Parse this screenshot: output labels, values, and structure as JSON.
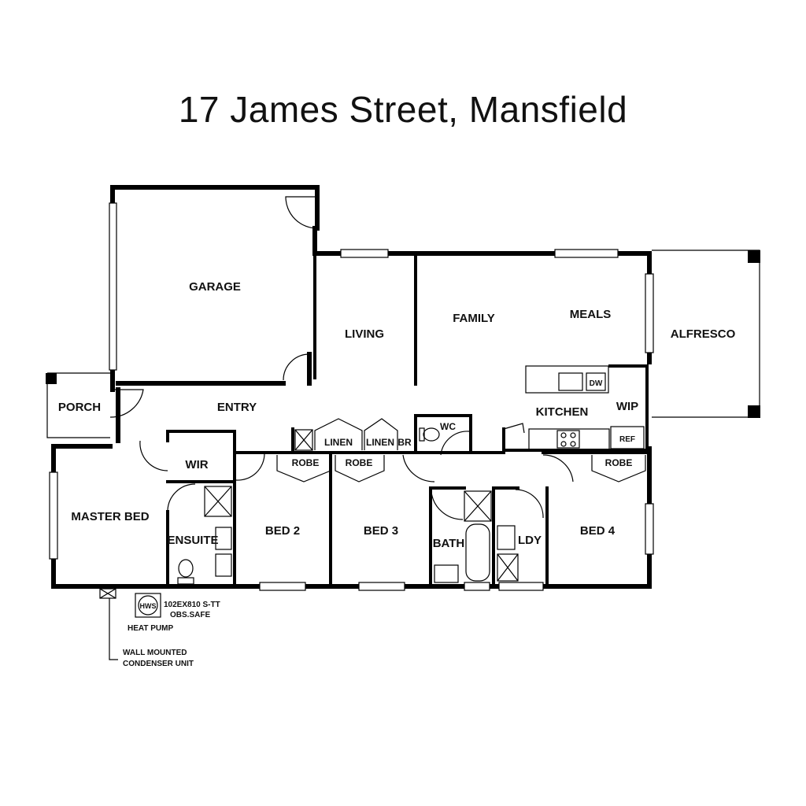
{
  "title": "17 James Street, Mansfield",
  "rooms": {
    "garage": "GARAGE",
    "living": "LIVING",
    "family": "FAMILY",
    "meals": "MEALS",
    "alfresco": "ALFRESCO",
    "porch": "PORCH",
    "entry": "ENTRY",
    "kitchen": "KITCHEN",
    "wip": "WIP",
    "wc": "WC",
    "linen_1": "LINEN",
    "linen_2": "LINEN",
    "br": "BR",
    "dw": "DW",
    "ref": "REF",
    "wir": "WIR",
    "robe_1": "ROBE",
    "robe_2": "ROBE",
    "robe_3": "ROBE",
    "master_bed": "MASTER BED",
    "ensuite": "ENSUITE",
    "bed_2": "BED 2",
    "bed_3": "BED 3",
    "bath": "BATH",
    "ldy": "LDY",
    "bed_4": "BED 4"
  },
  "notes": {
    "hws": "HWS",
    "hws_spec_1": "102EX810 S-TT",
    "hws_spec_2": "OBS.SAFE",
    "heat_pump": "HEAT PUMP",
    "condenser_1": "WALL MOUNTED",
    "condenser_2": "CONDENSER UNIT"
  }
}
